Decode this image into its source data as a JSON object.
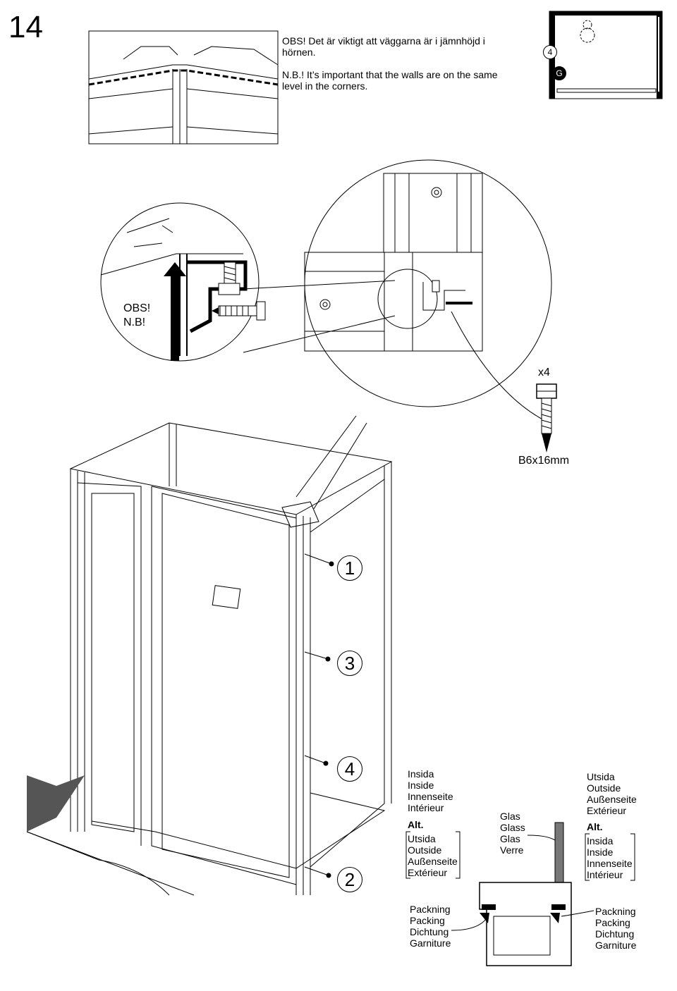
{
  "page": {
    "number": "14"
  },
  "notice": {
    "sv": "OBS! Det är viktigt att väggarna är i jämnhöjd i\nhörnen.",
    "en": "N.B.! It’s important that the walls are on the same\nlevel in the corners."
  },
  "plan": {
    "part_label": "4",
    "glass_label": "G"
  },
  "detail": {
    "warning": "OBS!\nN.B!"
  },
  "screw": {
    "quantity": "x4",
    "size": "B6x16mm"
  },
  "steps": [
    "1",
    "3",
    "4",
    "2"
  ],
  "profile_left": {
    "side_a": "Insida\nInside\nInnenseite\nIntérieur",
    "alt_label": "Alt.",
    "side_b": "Utsida\nOutside\nAußenseite\nExtérieur",
    "seal": "Packning\nPacking\nDichtung\nGarniture"
  },
  "glass": {
    "label": "Glas\nGlass\nGlas\nVerre"
  },
  "profile_right": {
    "side_a": "Utsida\nOutside\nAußenseite\nExtérieur",
    "alt_label": "Alt.",
    "side_b": "Insida\nInside\nInnenseite\nIntérieur",
    "seal": "Packning\nPacking\nDichtung\nGarniture"
  }
}
